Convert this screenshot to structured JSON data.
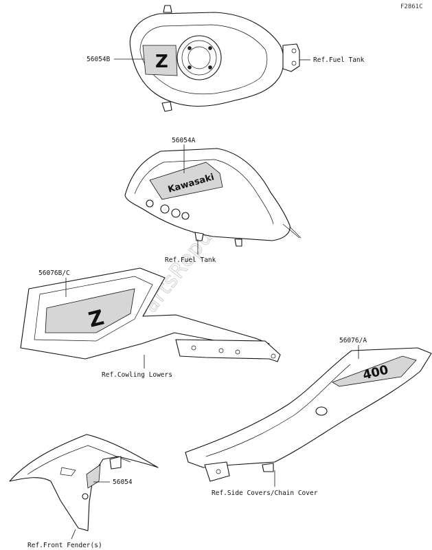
{
  "diagram": {
    "code": "F2861C",
    "watermark": "PartsRepublik",
    "labels": {
      "tank_decal": "56054B",
      "ref_fuel_tank_1": "Ref.Fuel Tank",
      "tank_side_decal": "56054A",
      "ref_fuel_tank_2": "Ref.Fuel Tank",
      "cowling_decal": "56076B/C",
      "ref_cowling_lowers": "Ref.Cowling Lowers",
      "side_cover_decal": "56076/A",
      "ref_side_covers": "Ref.Side Covers/Chain Cover",
      "fender_decal": "56054",
      "ref_front_fender": "Ref.Front Fender(s)"
    },
    "decal_text": {
      "brand": "Kawasaki",
      "model_letter": "Z",
      "side_number": "400"
    }
  }
}
